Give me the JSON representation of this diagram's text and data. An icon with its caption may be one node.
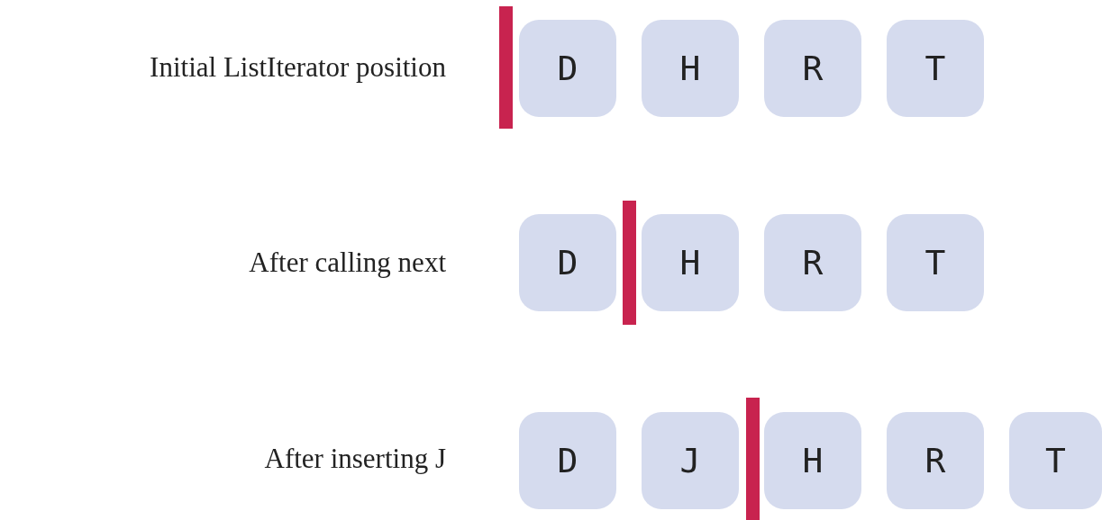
{
  "diagram": {
    "nodes": [
      {
        "text": [
          "D"
        ]
      },
      {
        "text": [
          "H"
        ]
      },
      {
        "text": [
          "R"
        ]
      },
      {
        "text": [
          "T"
        ]
      },
      {
        "text": [
          "D"
        ]
      },
      {
        "text": [
          "H"
        ]
      },
      {
        "text": [
          "R"
        ]
      },
      {
        "text": [
          "T"
        ]
      },
      {
        "text": [
          "D"
        ]
      },
      {
        "text": [
          "J"
        ]
      },
      {
        "text": [
          "H"
        ]
      },
      {
        "text": [
          "R"
        ]
      },
      {
        "text": [
          "T"
        ]
      },
      {
        "text": [],
        "shape": "bar"
      },
      {
        "text": [],
        "shape": "bar"
      },
      {
        "text": [],
        "shape": "bar"
      }
    ],
    "labels": [
      "Initial ListIterator position",
      "After calling next",
      "After inserting J"
    ]
  }
}
